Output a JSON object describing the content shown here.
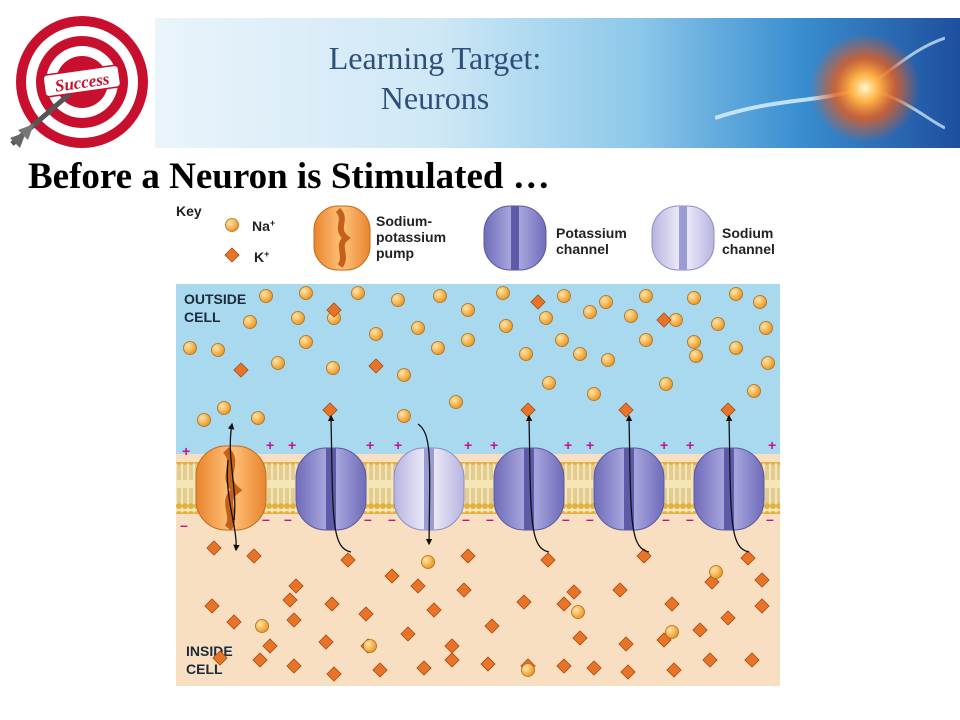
{
  "header": {
    "title_line1": "Learning Target:",
    "title_line2": "Neurons",
    "logo_text": "Success"
  },
  "slide": {
    "heading": "Before a Neuron is Stimulated …"
  },
  "key": {
    "title": "Key",
    "na_label": "Na",
    "na_charge": "+",
    "k_label": "K",
    "k_charge": "+",
    "pump_label": [
      "Sodium-",
      "potassium",
      "pump"
    ],
    "k_channel_label": [
      "Potassium",
      "channel"
    ],
    "na_channel_label": [
      "Sodium",
      "channel"
    ]
  },
  "regions": {
    "outside": [
      "OUTSIDE",
      "CELL"
    ],
    "inside": [
      "INSIDE",
      "CELL"
    ]
  },
  "charges": {
    "positive": "+",
    "negative": "–"
  },
  "colors": {
    "outside_bg": "#a8d9ef",
    "inside_bg": "#f9dfc2",
    "sodium_ion": "#f4b040",
    "potassium_ion": "#e8742a",
    "pump": "#f5a24f",
    "potassium_channel": "#8f8dcf",
    "sodium_channel": "#d9d8f0",
    "charge_marks": "#c0168a"
  }
}
